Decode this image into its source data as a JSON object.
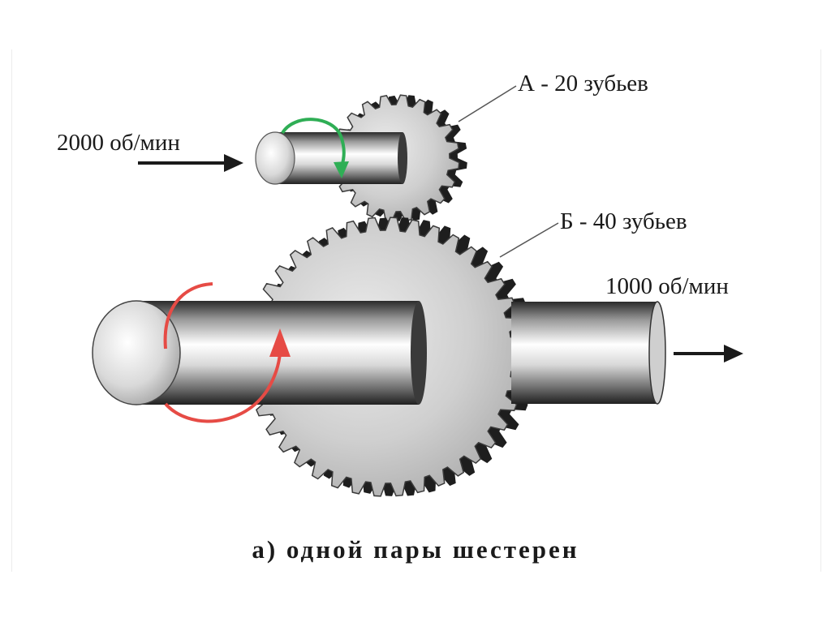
{
  "labels": {
    "gear_a": "А - 20 зубьев",
    "gear_b": "Б - 40 зубьев",
    "input_speed": "2000 об/мин",
    "output_speed": "1000 об/мин",
    "caption": "а) одной пары шестерен"
  },
  "gears": {
    "a": {
      "teeth": 20
    },
    "b": {
      "teeth": 40
    }
  },
  "colors": {
    "metal_light": "#f2f2f2",
    "metal_dark": "#1e1e1e",
    "gear_face": "#c9c9c9",
    "input_rotation_arrow": "#2fae55",
    "output_rotation_arrow": "#e64b45",
    "direction_arrow": "#1a1a1a"
  }
}
